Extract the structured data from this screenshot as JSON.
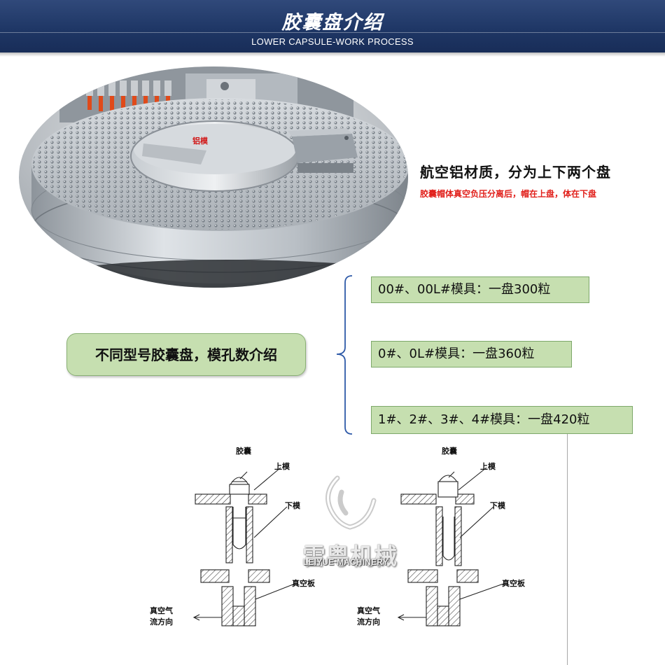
{
  "header": {
    "title": "胶囊盘介绍",
    "subtitle": "LOWER CAPSULE-WORK PROCESS"
  },
  "photo": {
    "caption": "铝模"
  },
  "material": {
    "heading": "航空铝材质，分为上下两个盘",
    "note": "胶囊帽体真空负压分离后，帽在上盘，体在下盘"
  },
  "mold_intro": {
    "label": "不同型号胶囊盘，模孔数介绍",
    "options": [
      "00#、00L#模具：一盘300粒",
      "0#、0L#模具：一盘360粒",
      "1#、2#、3#、4#模具：一盘420粒"
    ]
  },
  "diagram_left": {
    "capsule": "胶囊",
    "upper_mold": "上模",
    "lower_mold": "下模",
    "vacuum_plate": "真空板",
    "airflow_line1": "真空气",
    "airflow_line2": "流方向"
  },
  "diagram_right": {
    "capsule": "胶囊",
    "upper_mold": "上模",
    "lower_mold": "下模",
    "vacuum_plate": "真空板",
    "airflow_line1": "真空气",
    "airflow_line2": "流方向"
  },
  "watermark": {
    "name_cn": "雷粤机械",
    "name_en": "LEIYUE MACHINERY"
  },
  "colors": {
    "banner": "#1f3766",
    "green_box": "#c6dfb0",
    "note_red": "#e1201b",
    "brace_blue": "#2e5aa8"
  }
}
